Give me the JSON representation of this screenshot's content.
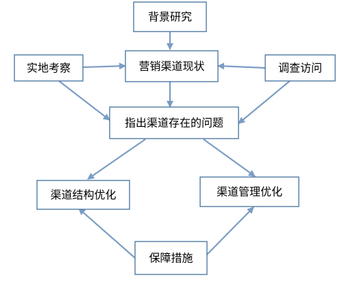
{
  "diagram": {
    "nodes": {
      "background_research": "背景研究",
      "field_inspection": "实地考察",
      "marketing_channel_status": "营销渠道现状",
      "survey_visit": "调查访问",
      "identify_channel_problems": "指出渠道存在的问题",
      "channel_structure_optimization": "渠道结构优化",
      "channel_management_optimization": "渠道管理优化",
      "safeguard_measures": "保障措施"
    },
    "edges": [
      {
        "from": "背景研究",
        "to": "营销渠道现状"
      },
      {
        "from": "实地考察",
        "to": "营销渠道现状"
      },
      {
        "from": "调查访问",
        "to": "营销渠道现状"
      },
      {
        "from": "营销渠道现状",
        "to": "指出渠道存在的问题"
      },
      {
        "from": "实地考察",
        "to": "指出渠道存在的问题"
      },
      {
        "from": "调查访问",
        "to": "指出渠道存在的问题"
      },
      {
        "from": "指出渠道存在的问题",
        "to": "渠道结构优化"
      },
      {
        "from": "指出渠道存在的问题",
        "to": "渠道管理优化"
      },
      {
        "from": "保障措施",
        "to": "渠道结构优化"
      },
      {
        "from": "保障措施",
        "to": "渠道管理优化"
      }
    ],
    "colors": {
      "box_border": "#41719c",
      "arrow": "#7b9cc4",
      "text": "#000000"
    }
  }
}
